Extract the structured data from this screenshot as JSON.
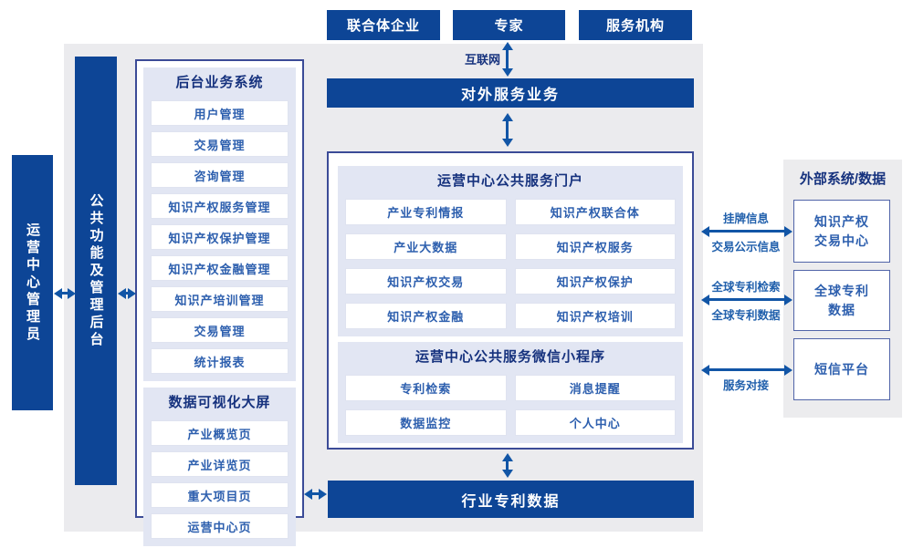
{
  "colors": {
    "primary": "#0d4596",
    "arrow": "#1155a6",
    "lavender": "#e2e6f3",
    "canvasgray": "#ebebee",
    "panelgray": "#ececee",
    "navy": "#16327e",
    "itemtext": "#2d5fae",
    "boxborder": "#3b4b97",
    "itemborder": "#dfe3f0",
    "extborder": "#5064a8",
    "labelblue": "#2160ac"
  },
  "top_actors": [
    {
      "label": "联合体企业"
    },
    {
      "label": "专家"
    },
    {
      "label": "服务机构"
    }
  ],
  "internet_label": "互联网",
  "external_service_bar": "对外服务业务",
  "industry_data_bar": "行业专利数据",
  "rails": {
    "admin": "运营中心管理员",
    "backend": "公共功能及管理后台"
  },
  "backoffice": {
    "title": "后台业务系统",
    "items": [
      "用户管理",
      "交易管理",
      "咨询管理",
      "知识产权服务管理",
      "知识产权保护管理",
      "知识产权金融管理",
      "知识产培训管理",
      "交易管理",
      "统计报表"
    ]
  },
  "dashboard": {
    "title": "数据可视化大屏",
    "items": [
      "产业概览页",
      "产业详览页",
      "重大项目页",
      "运营中心页"
    ]
  },
  "portal": {
    "title": "运营中心公共服务门户",
    "items": [
      "产业专利情报",
      "知识产权联合体",
      "产业大数据",
      "知识产权服务",
      "知识产权交易",
      "知识产权保护",
      "知识产权金融",
      "知识产权培训"
    ]
  },
  "miniprogram": {
    "title": "运营中心公共服务微信小程序",
    "items": [
      "专利检索",
      "消息提醒",
      "数据监控",
      "个人中心"
    ]
  },
  "external": {
    "title": "外部系统/数据",
    "systems": [
      {
        "lines": [
          "知识产权",
          "交易中心"
        ]
      },
      {
        "lines": [
          "全球专利",
          "数据"
        ]
      },
      {
        "lines": [
          "短信平台"
        ]
      }
    ]
  },
  "links": [
    {
      "top": "挂牌信息",
      "bottom": "交易公示信息"
    },
    {
      "top": "全球专利检索",
      "bottom": "全球专利数据"
    },
    {
      "top": "",
      "bottom": "服务对接"
    }
  ]
}
